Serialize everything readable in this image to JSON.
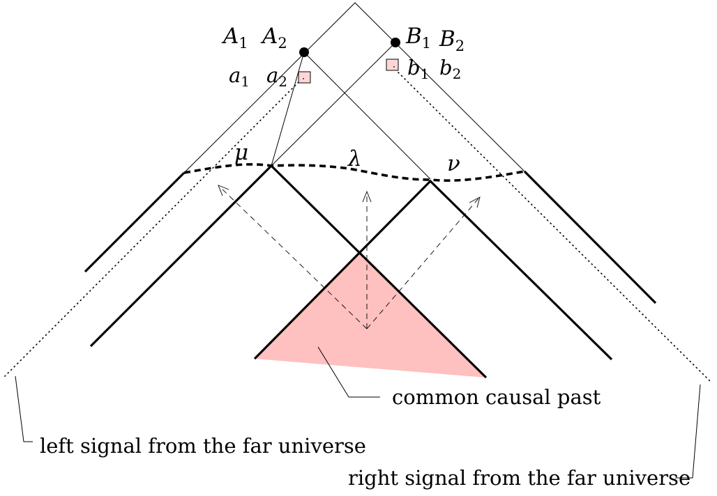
{
  "labels": {
    "A": "A",
    "A_sub1": "1",
    "A_sub2": "2",
    "B": "B",
    "B_sub1": "1",
    "B_sub2": "2",
    "a": "a",
    "a_sub1": "1",
    "a_sub2": "2",
    "b": "b",
    "b_sub1": "1",
    "b_sub2": "2",
    "mu": "μ",
    "lambda": "λ",
    "nu": "ν"
  },
  "annotations": {
    "common_causal_past": "common causal past",
    "left_signal": "left signal from the far universe",
    "right_signal": "right signal from the far universe"
  },
  "colors": {
    "common_past_fill": "#ffc0c0",
    "setting_box_fill": "#ffd6d6"
  }
}
